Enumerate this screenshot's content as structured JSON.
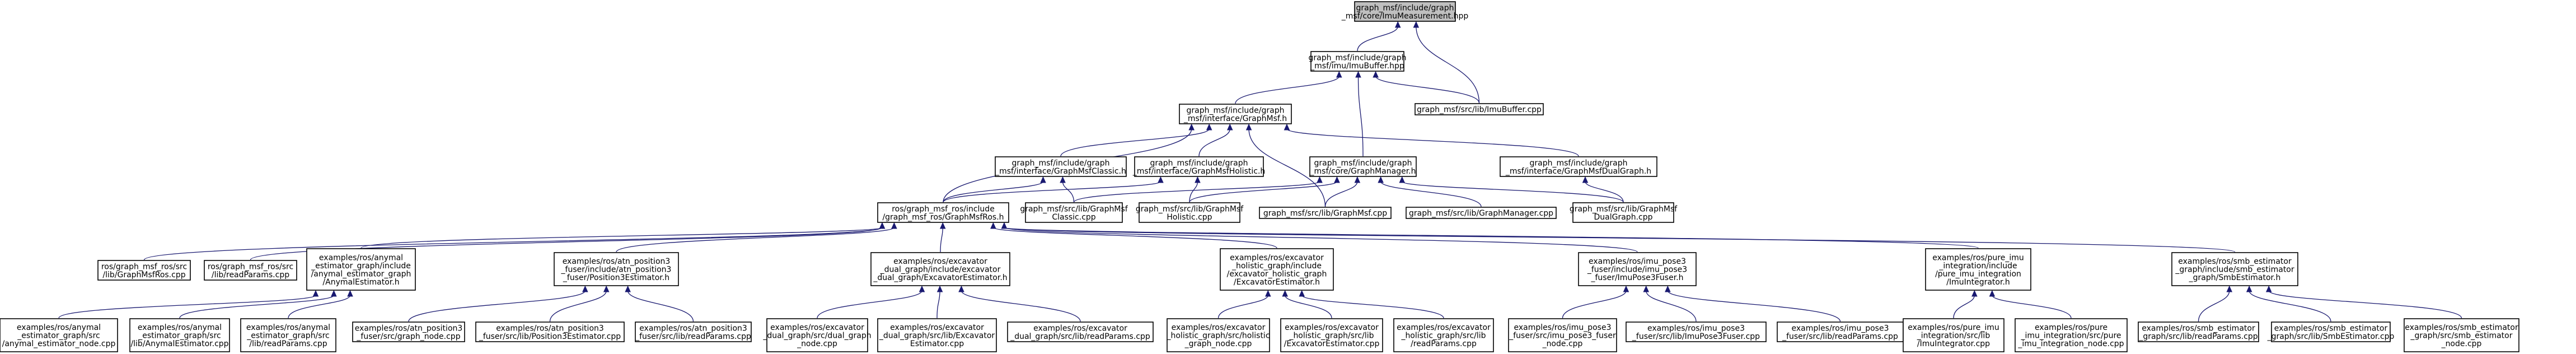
{
  "diagram": {
    "type": "include-dependency-graph",
    "colors": {
      "edge": "#191970",
      "node_fill": "#ffffff",
      "root_fill": "#bfbfbf",
      "node_border": "#000000"
    },
    "nodes": [
      {
        "id": "root",
        "label": "graph_msf/include/graph\n_msf/core/ImuMeasurement.hpp",
        "root": true
      },
      {
        "id": "imubuf_hpp",
        "label": "graph_msf/include/graph\n_msf/imu/ImuBuffer.hpp"
      },
      {
        "id": "imubuf_cpp",
        "label": "graph_msf/src/lib/ImuBuffer.cpp"
      },
      {
        "id": "graphmsf_h",
        "label": "graph_msf/include/graph\n_msf/interface/GraphMsf.h"
      },
      {
        "id": "classic_h",
        "label": "graph_msf/include/graph\n_msf/interface/GraphMsfClassic.h"
      },
      {
        "id": "holistic_h",
        "label": "graph_msf/include/graph\n_msf/interface/GraphMsfHolistic.h"
      },
      {
        "id": "manager_h",
        "label": "graph_msf/include/graph\n_msf/core/GraphManager.h"
      },
      {
        "id": "dual_h",
        "label": "graph_msf/include/graph\n_msf/interface/GraphMsfDualGraph.h"
      },
      {
        "id": "ros_h",
        "label": "ros/graph_msf_ros/include\n/graph_msf_ros/GraphMsfRos.h"
      },
      {
        "id": "classic_cpp",
        "label": "graph_msf/src/lib/GraphMsf\nClassic.cpp"
      },
      {
        "id": "holistic_cpp",
        "label": "graph_msf/src/lib/GraphMsf\nHolistic.cpp"
      },
      {
        "id": "graphmsf_cpp",
        "label": "graph_msf/src/lib/GraphMsf.cpp"
      },
      {
        "id": "manager_cpp",
        "label": "graph_msf/src/lib/GraphManager.cpp"
      },
      {
        "id": "dual_cpp",
        "label": "graph_msf/src/lib/GraphMsf\nDualGraph.cpp"
      },
      {
        "id": "ros_cpp",
        "label": "ros/graph_msf_ros/src\n/lib/GraphMsfRos.cpp"
      },
      {
        "id": "readparams_cpp",
        "label": "ros/graph_msf_ros/src\n/lib/readParams.cpp"
      },
      {
        "id": "anymal_h",
        "label": "examples/ros/anymal\n_estimator_graph/include\n/anymal_estimator_graph\n/AnymalEstimator.h"
      },
      {
        "id": "atn_h",
        "label": "examples/ros/atn_position3\n_fuser/include/atn_position3\n_fuser/Position3Estimator.h"
      },
      {
        "id": "exc_dual_h",
        "label": "examples/ros/excavator\n_dual_graph/include/excavator\n_dual_graph/ExcavatorEstimator.h"
      },
      {
        "id": "exc_hol_h",
        "label": "examples/ros/excavator\n_holistic_graph/include\n/excavator_holistic_graph\n/ExcavatorEstimator.h"
      },
      {
        "id": "imupose3_h",
        "label": "examples/ros/imu_pose3\n_fuser/include/imu_pose3\n_fuser/ImuPose3Fuser.h"
      },
      {
        "id": "pureimu_h",
        "label": "examples/ros/pure_imu\n_integration/include\n/pure_imu_integration\n/ImuIntegrator.h"
      },
      {
        "id": "smb_h",
        "label": "examples/ros/smb_estimator\n_graph/include/smb_estimator\n_graph/SmbEstimator.h"
      },
      {
        "id": "anymal_node",
        "label": "examples/ros/anymal\n_estimator_graph/src\n/anymal_estimator_node.cpp"
      },
      {
        "id": "anymal_est",
        "label": "examples/ros/anymal\n_estimator_graph/src\n/lib/AnymalEstimator.cpp"
      },
      {
        "id": "anymal_rp",
        "label": "examples/ros/anymal\n_estimator_graph/src\n/lib/readParams.cpp"
      },
      {
        "id": "atn_node",
        "label": "examples/ros/atn_position3\n_fuser/src/graph_node.cpp"
      },
      {
        "id": "atn_est",
        "label": "examples/ros/atn_position3\n_fuser/src/lib/Position3Estimator.cpp"
      },
      {
        "id": "atn_rp",
        "label": "examples/ros/atn_position3\n_fuser/src/lib/readParams.cpp"
      },
      {
        "id": "excd_node",
        "label": "examples/ros/excavator\n_dual_graph/src/dual_graph\n_node.cpp"
      },
      {
        "id": "excd_est",
        "label": "examples/ros/excavator\n_dual_graph/src/lib/Excavator\nEstimator.cpp"
      },
      {
        "id": "excd_rp",
        "label": "examples/ros/excavator\n_dual_graph/src/lib/readParams.cpp"
      },
      {
        "id": "exch_node",
        "label": "examples/ros/excavator\n_holistic_graph/src/holistic\n_graph_node.cpp"
      },
      {
        "id": "exch_est",
        "label": "examples/ros/excavator\n_holistic_graph/src/lib\n/ExcavatorEstimator.cpp"
      },
      {
        "id": "exch_rp",
        "label": "examples/ros/excavator\n_holistic_graph/src/lib\n/readParams.cpp"
      },
      {
        "id": "imup_node",
        "label": "examples/ros/imu_pose3\n_fuser/src/imu_pose3_fuser\n_node.cpp"
      },
      {
        "id": "imup_fuser",
        "label": "examples/ros/imu_pose3\n_fuser/src/lib/ImuPose3Fuser.cpp"
      },
      {
        "id": "imup_rp",
        "label": "examples/ros/imu_pose3\n_fuser/src/lib/readParams.cpp"
      },
      {
        "id": "pure_int",
        "label": "examples/ros/pure_imu\n_integration/src/lib\n/ImuIntegrator.cpp"
      },
      {
        "id": "pure_node",
        "label": "examples/ros/pure\n_imu_integration/src/pure\n_imu_integration_node.cpp"
      },
      {
        "id": "smb_rp",
        "label": "examples/ros/smb_estimator\n_graph/src/lib/readParams.cpp"
      },
      {
        "id": "smb_est",
        "label": "examples/ros/smb_estimator\n_graph/src/lib/SmbEstimator.cpp"
      },
      {
        "id": "smb_node",
        "label": "examples/ros/smb_estimator\n_graph/src/smb_estimator\n_node.cpp"
      }
    ],
    "edges": [
      [
        "root",
        "imubuf_hpp"
      ],
      [
        "root",
        "imubuf_cpp"
      ],
      [
        "imubuf_hpp",
        "imubuf_cpp"
      ],
      [
        "imubuf_hpp",
        "graphmsf_h"
      ],
      [
        "imubuf_hpp",
        "manager_h"
      ],
      [
        "graphmsf_h",
        "classic_h"
      ],
      [
        "graphmsf_h",
        "holistic_h"
      ],
      [
        "graphmsf_h",
        "dual_h"
      ],
      [
        "graphmsf_h",
        "ros_h"
      ],
      [
        "graphmsf_h",
        "graphmsf_cpp"
      ],
      [
        "classic_h",
        "ros_h"
      ],
      [
        "classic_h",
        "classic_cpp"
      ],
      [
        "holistic_h",
        "ros_h"
      ],
      [
        "holistic_h",
        "holistic_cpp"
      ],
      [
        "manager_h",
        "classic_cpp"
      ],
      [
        "manager_h",
        "holistic_cpp"
      ],
      [
        "manager_h",
        "graphmsf_cpp"
      ],
      [
        "manager_h",
        "manager_cpp"
      ],
      [
        "manager_h",
        "dual_cpp"
      ],
      [
        "dual_h",
        "dual_cpp"
      ],
      [
        "ros_h",
        "ros_cpp"
      ],
      [
        "ros_h",
        "readparams_cpp"
      ],
      [
        "ros_h",
        "anymal_h"
      ],
      [
        "ros_h",
        "atn_h"
      ],
      [
        "ros_h",
        "exc_dual_h"
      ],
      [
        "ros_h",
        "exc_hol_h"
      ],
      [
        "ros_h",
        "imupose3_h"
      ],
      [
        "ros_h",
        "pureimu_h"
      ],
      [
        "ros_h",
        "smb_h"
      ],
      [
        "anymal_h",
        "anymal_node"
      ],
      [
        "anymal_h",
        "anymal_est"
      ],
      [
        "anymal_h",
        "anymal_rp"
      ],
      [
        "atn_h",
        "atn_node"
      ],
      [
        "atn_h",
        "atn_est"
      ],
      [
        "atn_h",
        "atn_rp"
      ],
      [
        "exc_dual_h",
        "excd_node"
      ],
      [
        "exc_dual_h",
        "excd_est"
      ],
      [
        "exc_dual_h",
        "excd_rp"
      ],
      [
        "exc_hol_h",
        "exch_node"
      ],
      [
        "exc_hol_h",
        "exch_est"
      ],
      [
        "exc_hol_h",
        "exch_rp"
      ],
      [
        "imupose3_h",
        "imup_node"
      ],
      [
        "imupose3_h",
        "imup_fuser"
      ],
      [
        "imupose3_h",
        "imup_rp"
      ],
      [
        "pureimu_h",
        "pure_int"
      ],
      [
        "pureimu_h",
        "pure_node"
      ],
      [
        "smb_h",
        "smb_rp"
      ],
      [
        "smb_h",
        "smb_est"
      ],
      [
        "smb_h",
        "smb_node"
      ]
    ]
  }
}
